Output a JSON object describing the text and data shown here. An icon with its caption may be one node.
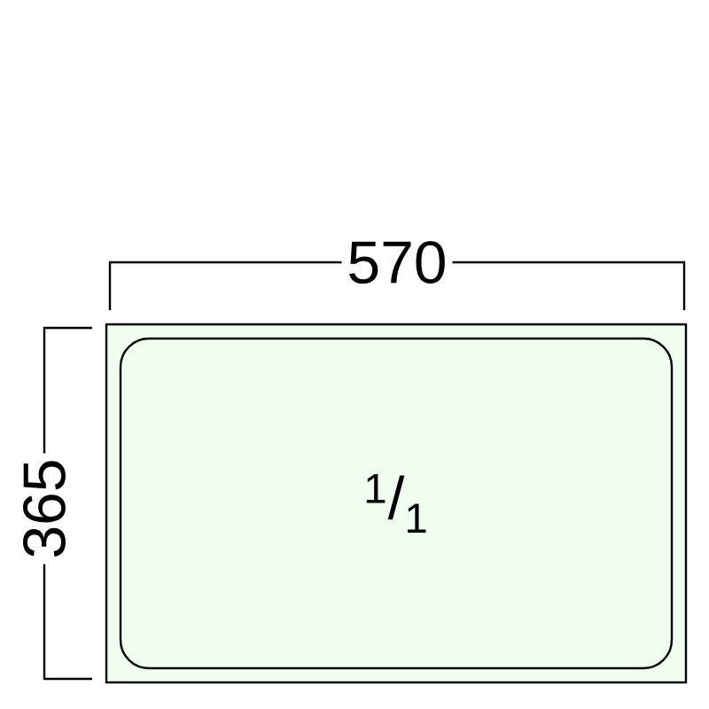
{
  "diagram": {
    "nodes": [
      {
        "text": [
          "$^{1}$/$_{1}$"
        ]
      }
    ],
    "labels": [
      "570",
      "365"
    ]
  }
}
